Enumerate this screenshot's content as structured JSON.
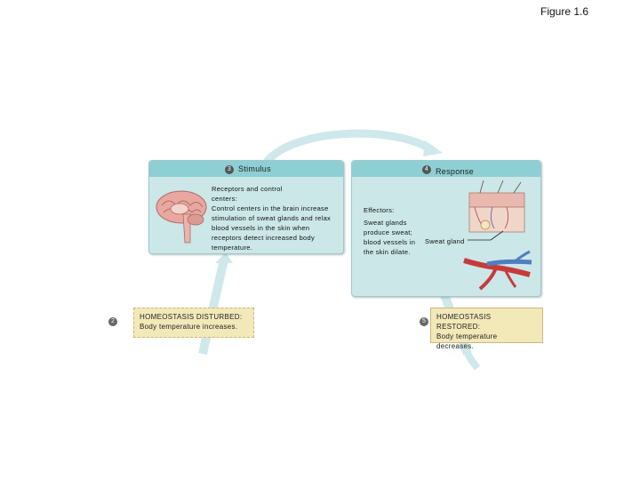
{
  "figure": {
    "title": "Figure 1.6"
  },
  "stimulus_panel": {
    "number": "3",
    "heading": "Stimulus",
    "receptors_title": "Receptors and control centers:",
    "receptors_text": "Control centers in the brain increase stimulation of sweat glands and relax blood vessels in the skin when receptors detect increased body temperature."
  },
  "response_panel": {
    "number": "4",
    "heading": "Response",
    "effectors_title": "Effectors:",
    "effectors_text": "Sweat glands produce sweat; blood vessels in the skin dilate.",
    "sweat_gland_label": "Sweat gland"
  },
  "disturbed": {
    "number": "2",
    "title": "HOMEOSTASIS DISTURBED:",
    "text": "Body temperature increases."
  },
  "restored": {
    "number": "5",
    "title": "HOMEOSTASIS RESTORED:",
    "text": "Body temperature decreases."
  },
  "colors": {
    "panel_fill": "#cbe7e8",
    "panel_header": "#8ecfd3",
    "state_fill": "#f3e8b8",
    "arrow": "#c9e6ea"
  },
  "icons": [
    "brain-illustration",
    "skin-cross-section-illustration",
    "blood-vessel-illustration"
  ]
}
